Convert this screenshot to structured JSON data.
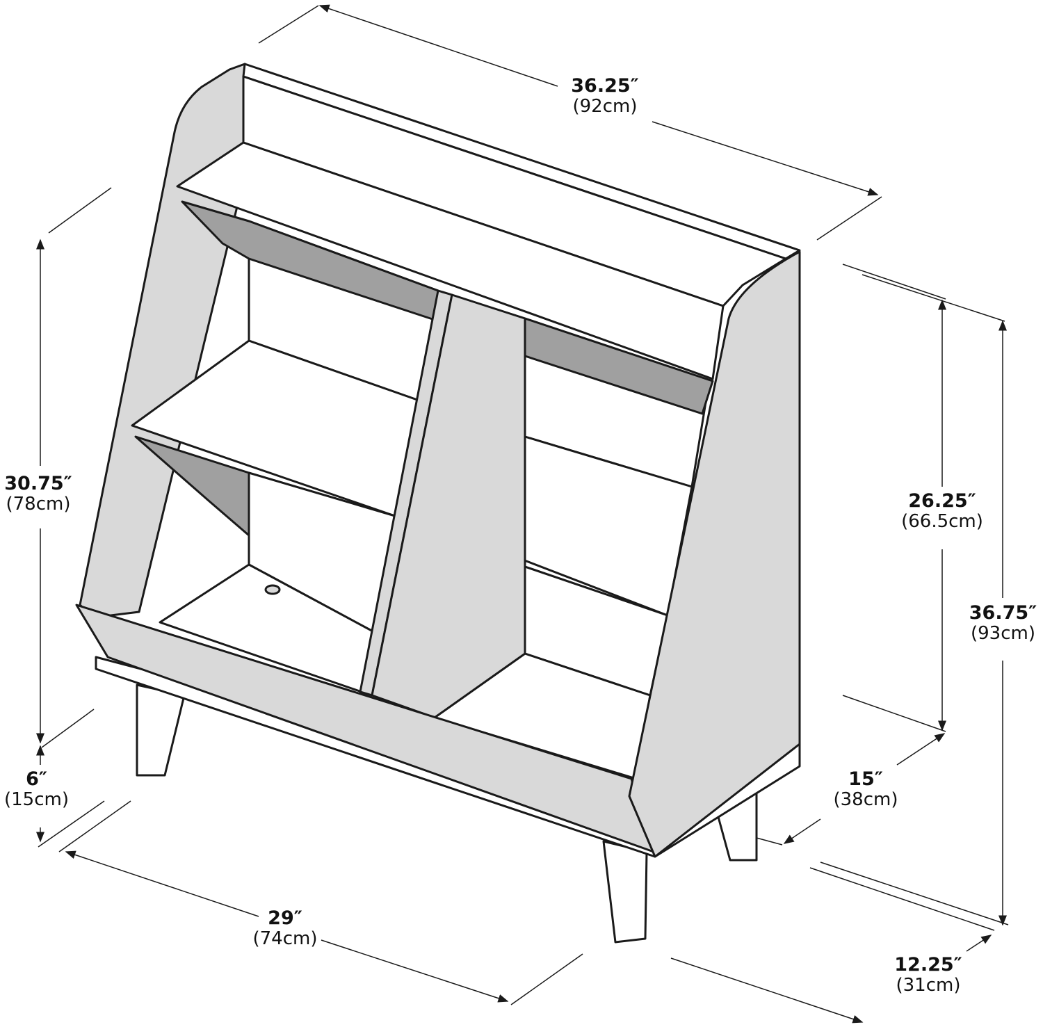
{
  "colors": {
    "outline": "#1a1a1a",
    "panel_fill": "#d9d9d9",
    "shadow_fill": "#a0a0a0",
    "background": "#ffffff"
  },
  "dimensions": {
    "width_top": {
      "imperial": "36.25″",
      "metric": "(92cm)"
    },
    "shelf_height": {
      "imperial": "30.75″",
      "metric": "(78cm)"
    },
    "leg_height": {
      "imperial": "6″",
      "metric": "(15cm)"
    },
    "base_width": {
      "imperial": "29″",
      "metric": "(74cm)"
    },
    "side_height": {
      "imperial": "26.25″",
      "metric": "(66.5cm)"
    },
    "total_height": {
      "imperial": "36.75″",
      "metric": "(93cm)"
    },
    "depth_top": {
      "imperial": "15″",
      "metric": "(38cm)"
    },
    "depth_base": {
      "imperial": "12.25″",
      "metric": "(31cm)"
    }
  }
}
